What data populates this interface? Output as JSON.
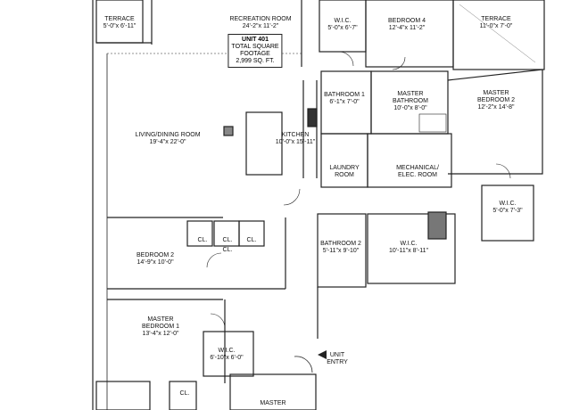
{
  "unit_info": {
    "unit": "UNIT 401",
    "line1": "TOTAL SQUARE",
    "line2": "FOOTAGE",
    "line3": "2,999 SQ. FT."
  },
  "rooms": {
    "terrace_left": {
      "name": "TERRACE",
      "dims": "5'-0\"x 6'-11\""
    },
    "recreation": {
      "name": "RECREATION ROOM",
      "dims": "24'-2\"x 11'-2\""
    },
    "wic_top": {
      "name": "W.I.C.",
      "dims": "5'-0\"x 6'-7\""
    },
    "bedroom4": {
      "name": "BEDROOM 4",
      "dims": "12'-4\"x 11'-2\""
    },
    "terrace_right": {
      "name": "TERRACE",
      "dims": "11'-0\"x 7'-0\""
    },
    "bathroom1": {
      "name": "BATHROOM 1",
      "dims": "6'-1\"x 7'-0\""
    },
    "master_bathroom": {
      "name": "MASTER BATHROOM",
      "dims": "10'-0\"x 8'-0\""
    },
    "master_bedroom2": {
      "name": "MASTER BEDROOM 2",
      "dims": "12'-2\"x 14'-8\""
    },
    "living": {
      "name": "LIVING/DINING ROOM",
      "dims": "19'-4\"x 22'-0\""
    },
    "kitchen": {
      "name": "KITCHEN",
      "dims": "10'-0\"x 15'-11\""
    },
    "laundry": {
      "name": "LAUNDRY ROOM"
    },
    "mechanical": {
      "name": "MECHANICAL/ ELEC. ROOM"
    },
    "wic_right": {
      "name": "W.I.C.",
      "dims": "5'-0\"x 7'-3\""
    },
    "bedroom2": {
      "name": "BEDROOM 2",
      "dims": "14'-9\"x 10'-0\""
    },
    "bathroom2": {
      "name": "BATHROOM 2",
      "dims": "5'-11\"x 9'-10\""
    },
    "wic_mid": {
      "name": "W.I.C.",
      "dims": "10'-11\"x 8'-11\""
    },
    "master_bedroom1": {
      "name": "MASTER BEDROOM 1",
      "dims": "13'-4\"x 12'-0\""
    },
    "wic_bottom": {
      "name": "W.I.C.",
      "dims": "6'-10\"x 6'-0\""
    },
    "master_bottom": {
      "name": "MASTER"
    },
    "unit_entry": {
      "name": "UNIT ENTRY"
    }
  },
  "closets": [
    "CL.",
    "CL.",
    "CL.",
    "CL.",
    "CL."
  ]
}
